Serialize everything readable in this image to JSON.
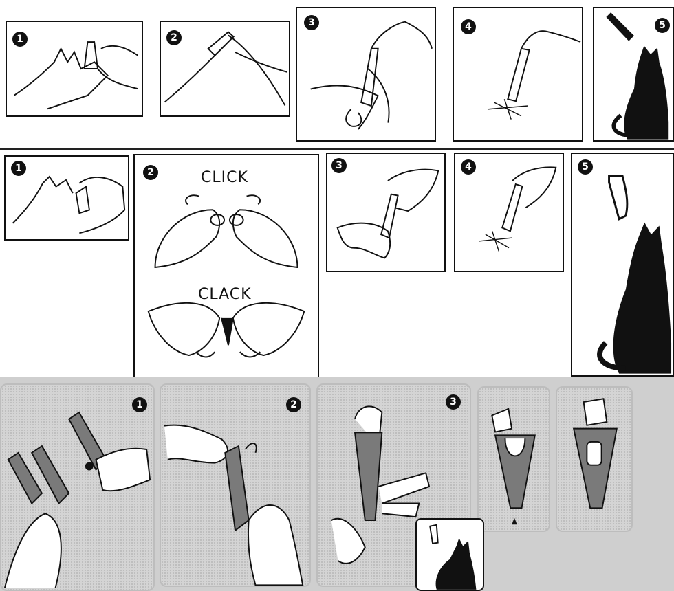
{
  "rows": [
    {
      "panels": [
        {
          "id": "r1-p1",
          "step": "1"
        },
        {
          "id": "r1-p2",
          "step": "2"
        },
        {
          "id": "r1-p3",
          "step": "3"
        },
        {
          "id": "r1-p4",
          "step": "4"
        },
        {
          "id": "r1-p5",
          "step": "5"
        }
      ]
    },
    {
      "panels": [
        {
          "id": "r2-p1",
          "step": "1"
        },
        {
          "id": "r2-p2",
          "step": "2",
          "captions": [
            "CLICK",
            "CLACK"
          ]
        },
        {
          "id": "r2-p3",
          "step": "3"
        },
        {
          "id": "r2-p4",
          "step": "4"
        },
        {
          "id": "r2-p5",
          "step": "5"
        }
      ]
    },
    {
      "panels": [
        {
          "id": "r3-p1",
          "step": "1"
        },
        {
          "id": "r3-p2",
          "step": "2"
        },
        {
          "id": "r3-p3",
          "step": "3"
        }
      ]
    }
  ],
  "colors": {
    "ink": "#111111",
    "cat": "#0a0a0a",
    "halftone": "#cfcfcf"
  },
  "icons": [
    "step-number-icon",
    "cat-silhouette-icon",
    "pipette-icon",
    "hand-icon",
    "drop-icon"
  ]
}
